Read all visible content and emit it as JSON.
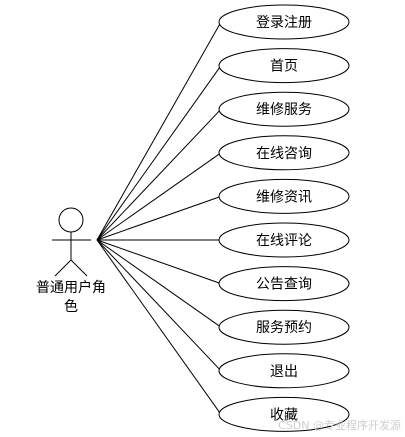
{
  "actor": {
    "label_line1": "普通用户角",
    "label_line2": "色"
  },
  "use_cases": [
    "登录注册",
    "首页",
    "维修服务",
    "在线咨询",
    "维修资讯",
    "在线评论",
    "公告查询",
    "服务预约",
    "退出",
    "收藏"
  ],
  "watermark": "CSDN @专业程序开发源",
  "colors": {
    "stroke": "#000000",
    "ellipse_fill": "#ffffff",
    "watermark": "#cfcfcf"
  }
}
